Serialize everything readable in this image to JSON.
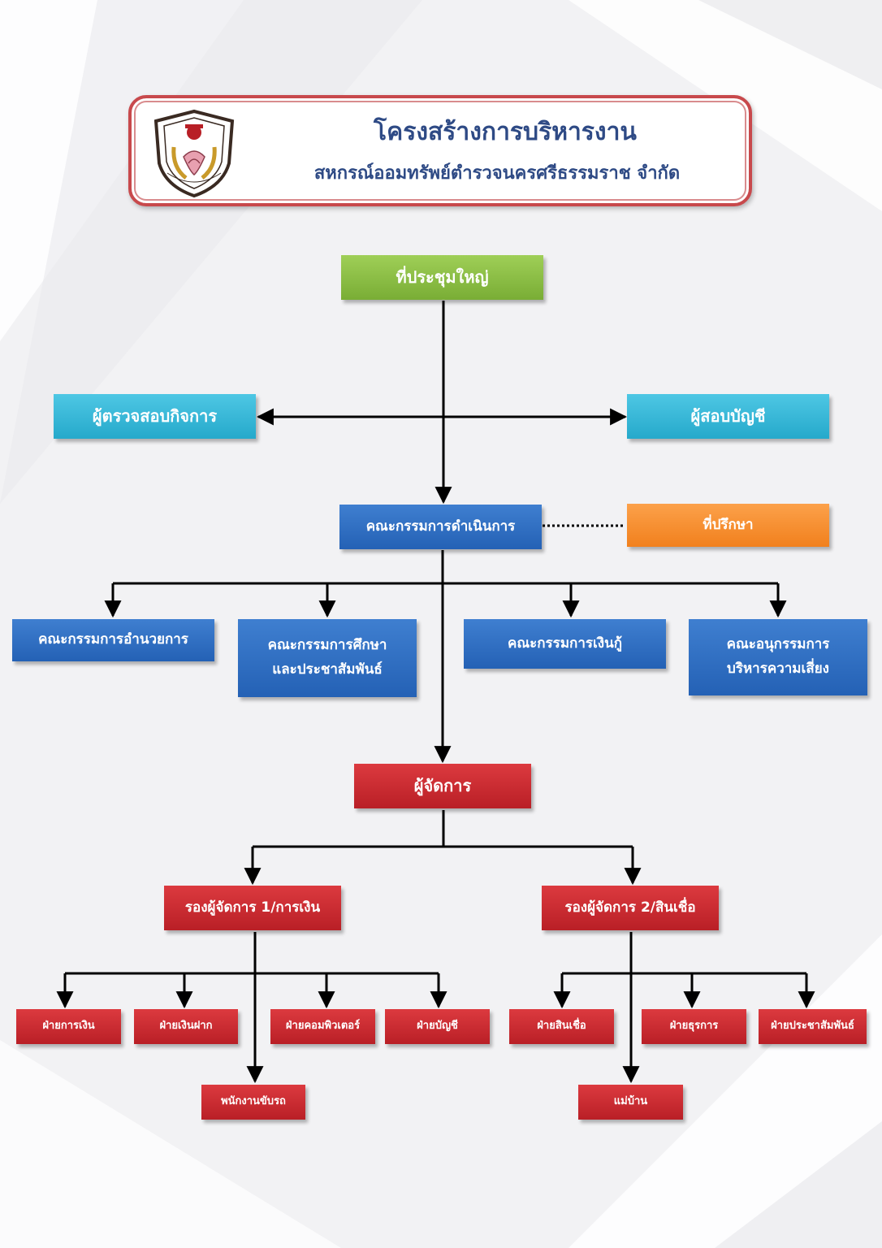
{
  "header": {
    "title": "โครงสร้างการบริหารงาน",
    "subtitle": "สหกรณ์ออมทรัพย์ตำรวจนครศรีธรรมราช จำกัด",
    "logo_icon": "cooperative-emblem-icon"
  },
  "nodes": {
    "general_meeting": "ที่ประชุมใหญ่",
    "inspector": "ผู้ตรวจสอบกิจการ",
    "auditor": "ผู้สอบบัญชี",
    "board": "คณะกรรมการดำเนินการ",
    "advisor": "ที่ปรึกษา",
    "committee_admin": "คณะกรรมการอำนวยการ",
    "committee_education": "คณะกรรมการศึกษาและประชาสัมพันธ์",
    "committee_loan": "คณะกรรมการเงินกู้",
    "subcommittee_risk": "คณะอนุกรรมการบริหารความเสี่ยง",
    "manager": "ผู้จัดการ",
    "deputy_finance": "รองผู้จัดการ 1/การเงิน",
    "deputy_credit": "รองผู้จัดการ 2/สินเชื่อ",
    "dept_finance": "ฝ่ายการเงิน",
    "dept_deposit": "ฝ่ายเงินฝาก",
    "dept_computer": "ฝ่ายคอมพิวเตอร์",
    "dept_accounting": "ฝ่ายบัญชี",
    "driver": "พนักงานขับรถ",
    "dept_credit": "ฝ่ายสินเชื่อ",
    "dept_admin": "ฝ่ายธุรการ",
    "dept_pr": "ฝ่ายประชาสัมพันธ์",
    "housekeeper": "แม่บ้าน"
  },
  "colors": {
    "green": "#8cc043",
    "cyan": "#3bb8d8",
    "orange": "#f7901f",
    "blue": "#2e6dc2",
    "red": "#c62a30",
    "header_text": "#2e4a85",
    "header_border": "#c8494c"
  }
}
